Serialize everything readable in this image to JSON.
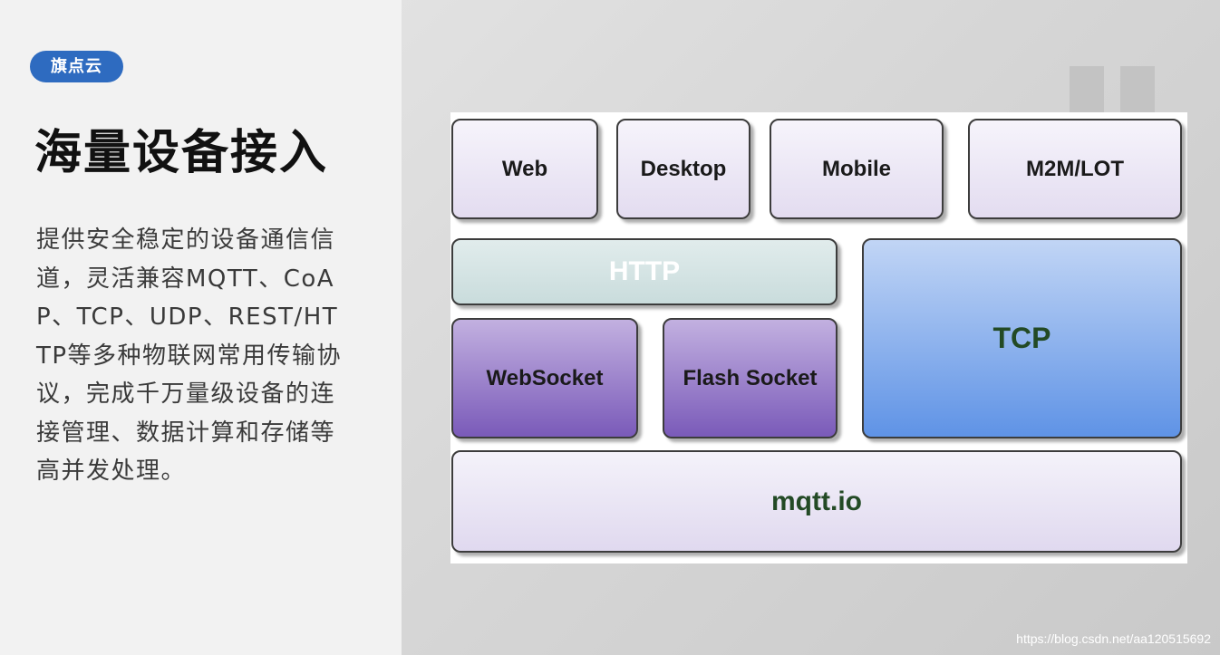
{
  "brand": {
    "badge": "旗点云"
  },
  "page": {
    "title": "海量设备接入",
    "description": "提供安全稳定的设备通信信道，灵活兼容MQTT、CoAP、TCP、UDP、REST/HTTP等多种物联网常用传输协议，完成千万量级设备的连接管理、数据计算和存储等高并发处理。"
  },
  "diagram": {
    "clients": [
      "Web",
      "Desktop",
      "Mobile",
      "M2M/LOT"
    ],
    "http": "HTTP",
    "websocket": "WebSocket",
    "flash_socket": "Flash Socket",
    "tcp": "TCP",
    "base": "mqtt.io"
  },
  "watermark": "https://blog.csdn.net/aa120515692",
  "colors": {
    "badge": "#2e6bc0",
    "http_block": "#d5e4e4",
    "socket_block": "#8f72c4",
    "tcp_block": "#7aa4ea",
    "label_green": "#234a25"
  }
}
